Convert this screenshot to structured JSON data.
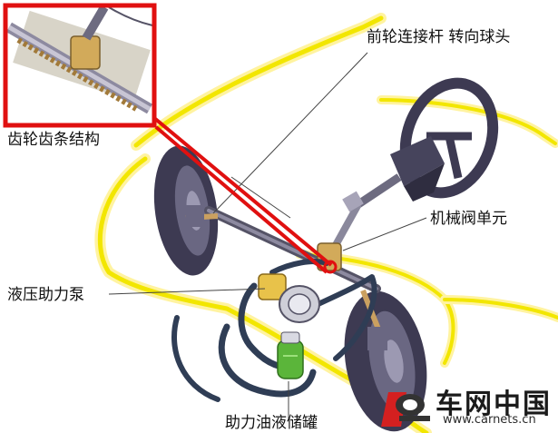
{
  "labels": {
    "tie_rod": "前轮连接杆 转向球头",
    "rack_pinion": "齿轮齿条结构",
    "valve_unit": "机械阀单元",
    "pump": "液压助力泵",
    "reservoir": "助力油液储罐"
  },
  "watermark": {
    "brand": "车网中国",
    "url": "www.carnets.cn"
  },
  "colors": {
    "car_outline": "#f2e600",
    "highlight_box": "#e01010",
    "tire": "#3d3a52",
    "pump": "#e8c24a",
    "reservoir": "#5bb53a",
    "hose": "#2f3d55"
  }
}
